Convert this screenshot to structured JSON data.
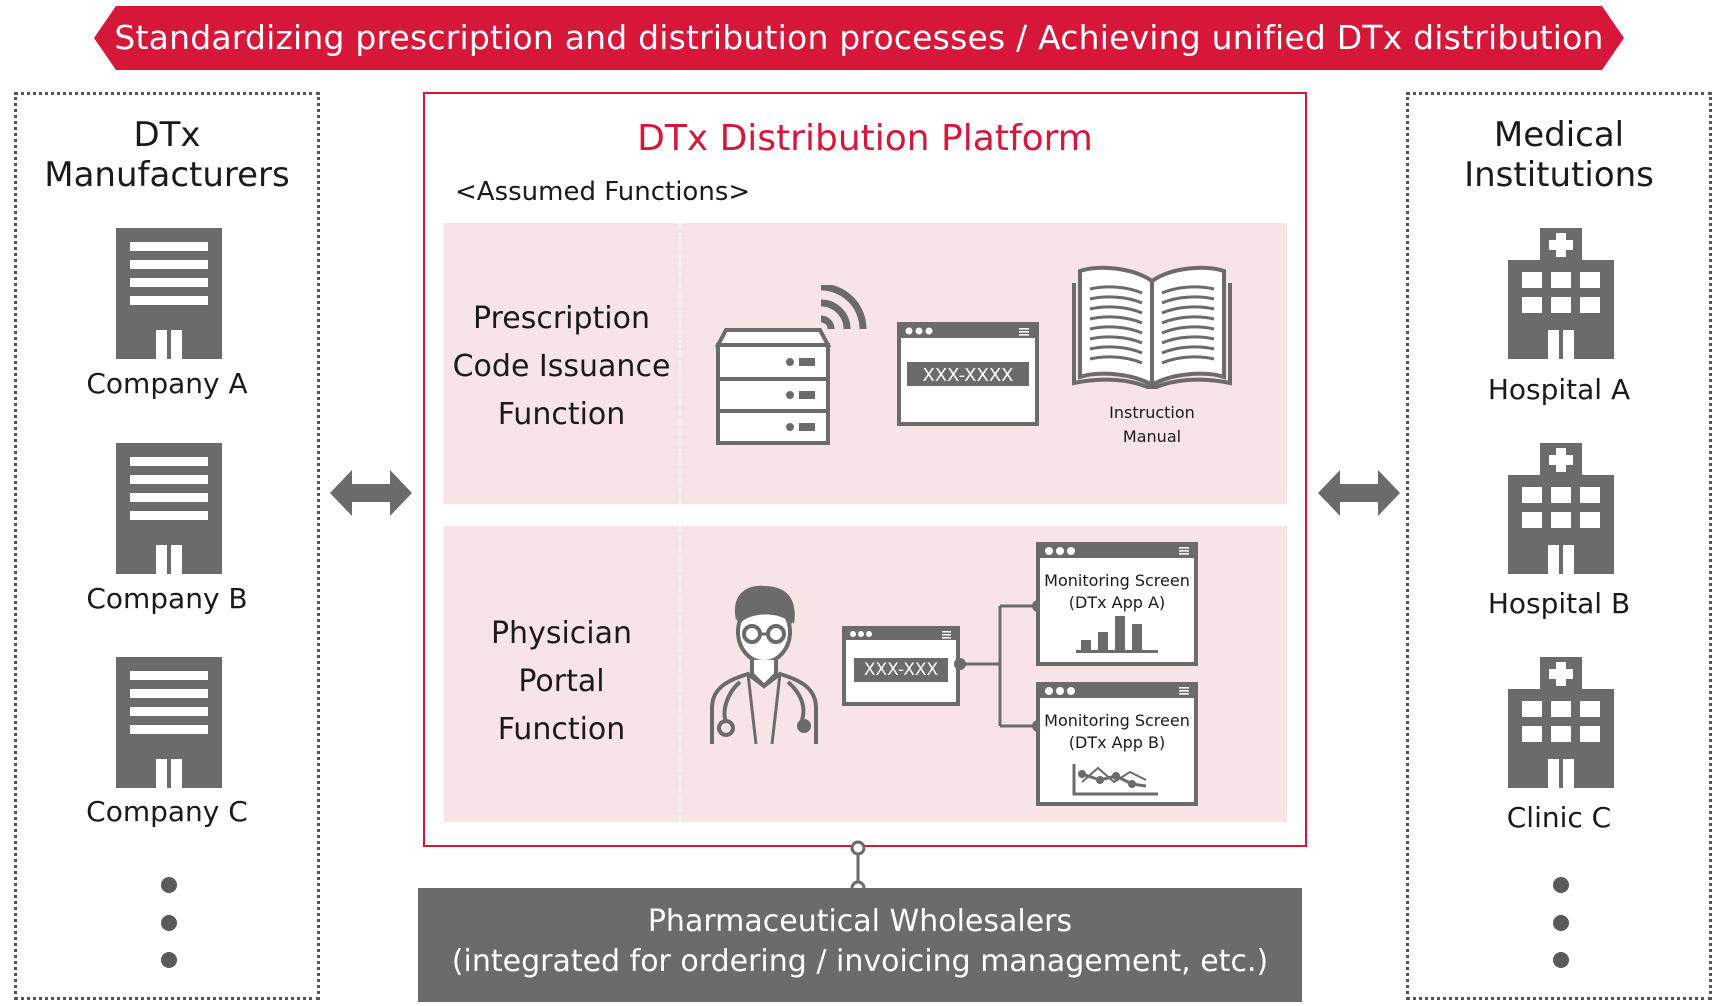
{
  "banner": {
    "text": "Standardizing prescription and distribution processes / Achieving unified DTx distribution"
  },
  "left_panel": {
    "title_line1": "DTx",
    "title_line2": "Manufacturers",
    "items": [
      {
        "label": "Company A"
      },
      {
        "label": "Company B"
      },
      {
        "label": "Company C"
      }
    ]
  },
  "right_panel": {
    "title_line1": "Medical",
    "title_line2": "Institutions",
    "items": [
      {
        "label": "Hospital A"
      },
      {
        "label": "Hospital B"
      },
      {
        "label": "Clinic C"
      }
    ]
  },
  "platform": {
    "title": "DTx Distribution Platform",
    "subtitle": "<Assumed Functions>",
    "prescription": {
      "label_lines": [
        "Prescription",
        "Code Issuance",
        "Function"
      ],
      "code_text": "XXX-XXXX",
      "manual_line1": "Instruction",
      "manual_line2": "Manual"
    },
    "portal": {
      "label_lines": [
        "Physician",
        "Portal",
        "Function"
      ],
      "code_text": "XXX-XXX",
      "screen_a_line1": "Monitoring Screen",
      "screen_a_line2": "(DTx App A)",
      "screen_b_line1": "Monitoring Screen",
      "screen_b_line2": "(DTx App B)"
    }
  },
  "wholesalers": {
    "line1": "Pharmaceutical Wholesalers",
    "line2": "(integrated for ordering / invoicing management, etc.)"
  },
  "colors": {
    "accent_red": "#d7173a",
    "panel_pink": "#f8e3e6",
    "icon_gray": "#6b6b6b"
  }
}
